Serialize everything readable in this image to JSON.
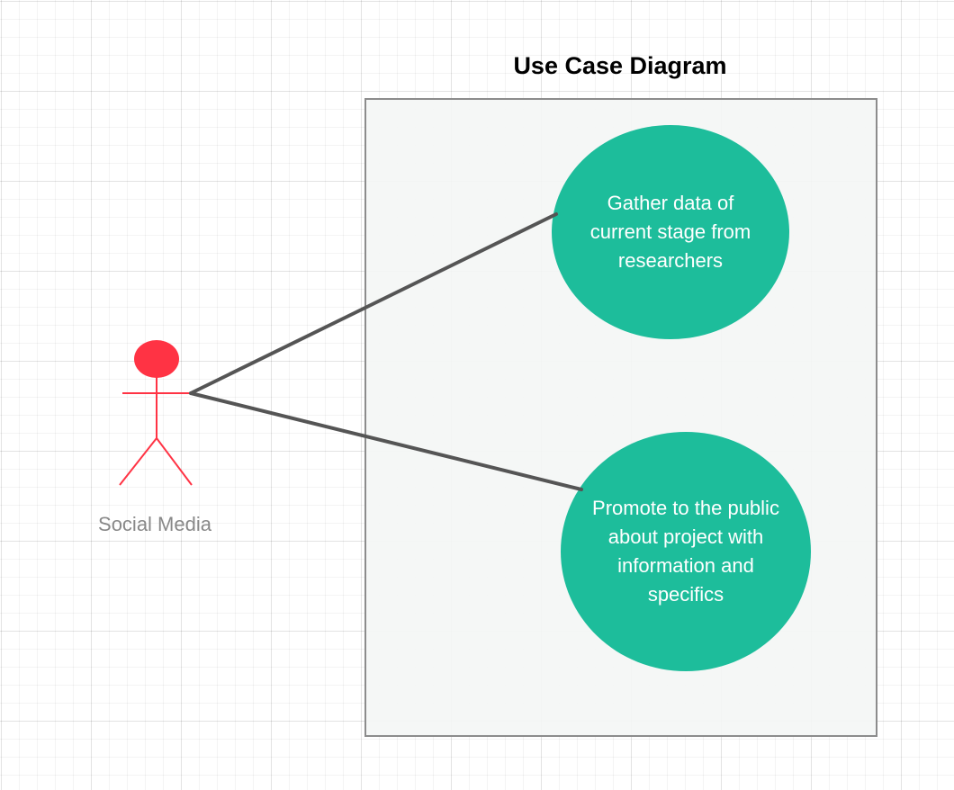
{
  "diagram": {
    "title": "Use Case Diagram",
    "system_boundary": {
      "fill": "#f4f6f5",
      "border": "#8c8c8c"
    },
    "actor": {
      "label": "Social Media",
      "color": "#ff3344",
      "label_color": "#888888"
    },
    "use_cases": [
      {
        "label": "Gather data of\ncurrent stage from\nresearchers",
        "fill": "#1dbd9b"
      },
      {
        "label": "Promote to the public\nabout project with\ninformation and\nspecifics",
        "fill": "#1dbd9b"
      }
    ],
    "association_color": "#555555"
  }
}
